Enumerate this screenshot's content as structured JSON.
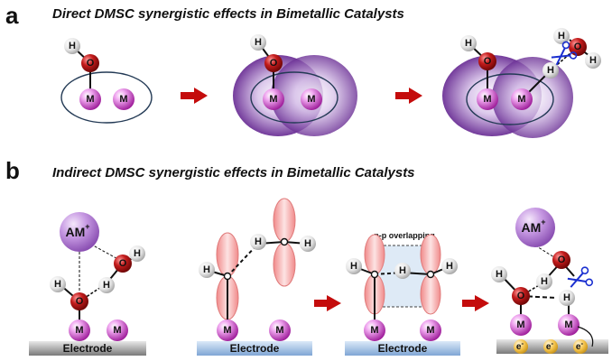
{
  "panel_a": {
    "letter": "a",
    "title": "Direct DMSC synergistic effects in Bimetallic Catalysts"
  },
  "panel_b": {
    "letter": "b",
    "title": "Indirect DMSC synergistic effects in Bimetallic Catalysts",
    "overlap_label": "p-p overlapping",
    "electrode_label": "Electrode",
    "am_label": "AM",
    "am_charge": "+",
    "electron_label": "e",
    "electron_charge": "-"
  },
  "atoms": {
    "metal": "M",
    "oxygen": "O",
    "hydrogen": "H"
  },
  "colors": {
    "arrow": "#c40c0c",
    "metal": "#c534c4",
    "oxygen": "#c21a1a",
    "hydrogen": "#d9d9d9",
    "purple_cloud": "#7a3fa0",
    "orbital": "#f3a8a8",
    "scissors": "#1a2fd0",
    "electrode_blue": "#a9c8ea",
    "electrode_gray": "#9a9a9a",
    "electron": "#f2c24a"
  },
  "icons": [
    "scissors-icon",
    "reaction-arrow-icon"
  ]
}
